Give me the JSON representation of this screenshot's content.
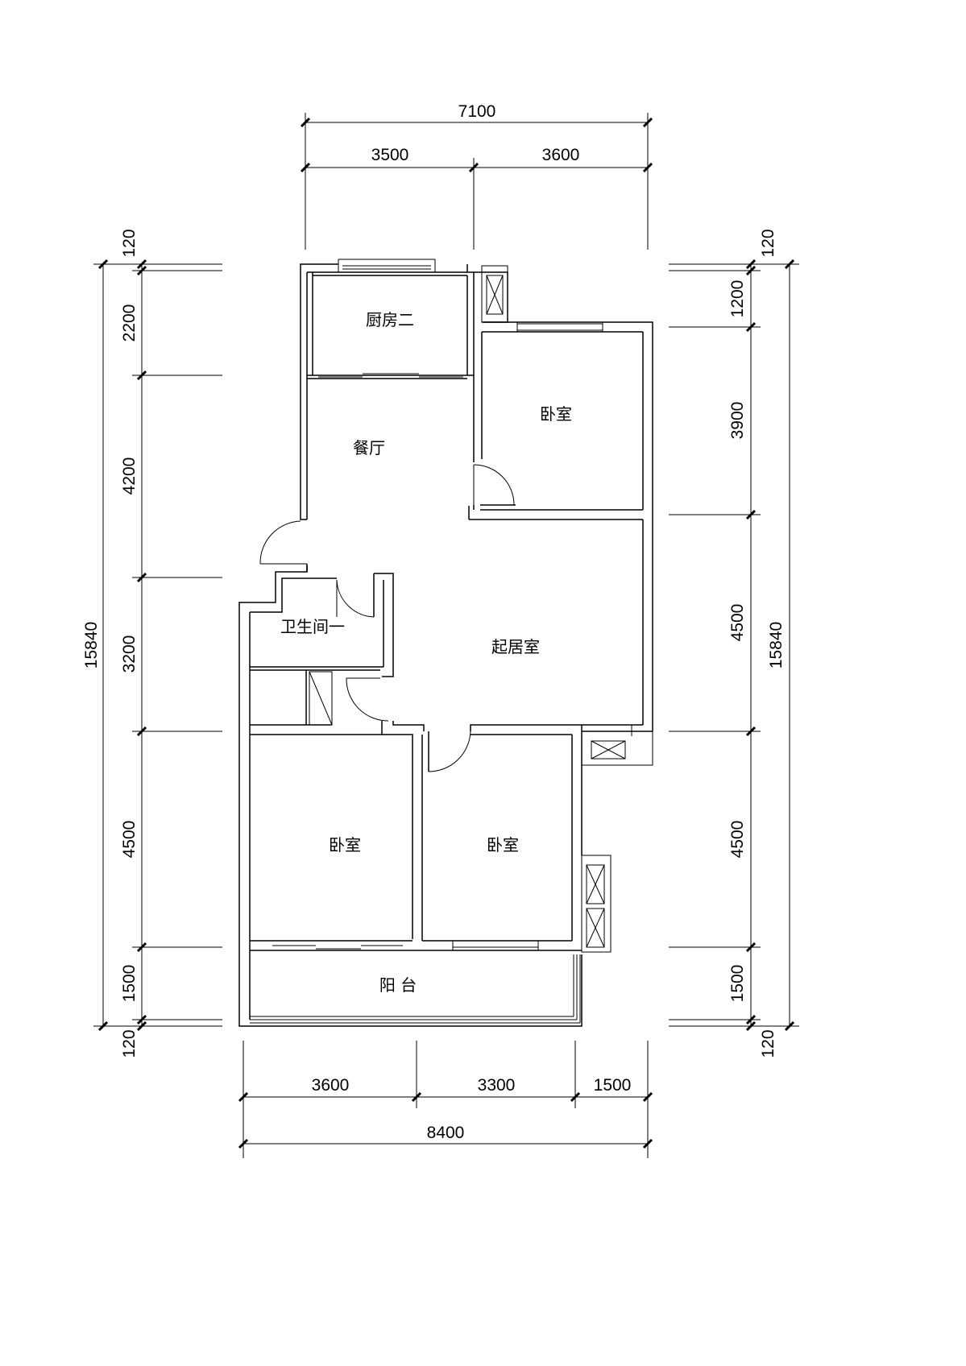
{
  "rooms": {
    "kitchen": "厨房二",
    "dining": "餐厅",
    "bedroom_ne": "卧室",
    "bathroom": "卫生间一",
    "living": "起居室",
    "bedroom_sw": "卧室",
    "bedroom_s": "卧室",
    "balcony": "阳 台"
  },
  "dimensions": {
    "top_total": "7100",
    "top_left": "3500",
    "top_right": "3600",
    "bottom_left": "3600",
    "bottom_mid": "3300",
    "bottom_right": "1500",
    "bottom_total": "8400",
    "left_top_wall": "120",
    "left_kitchen": "2200",
    "left_dining": "4200",
    "left_bath": "3200",
    "left_bedroom": "4500",
    "left_balcony": "1500",
    "left_bottom_wall": "120",
    "left_total": "15840",
    "right_top_wall": "120",
    "right_top": "1200",
    "right_bedroom": "3900",
    "right_living": "4500",
    "right_bedroom_s": "4500",
    "right_balcony": "1500",
    "right_bottom_wall": "120",
    "right_total": "15840"
  }
}
